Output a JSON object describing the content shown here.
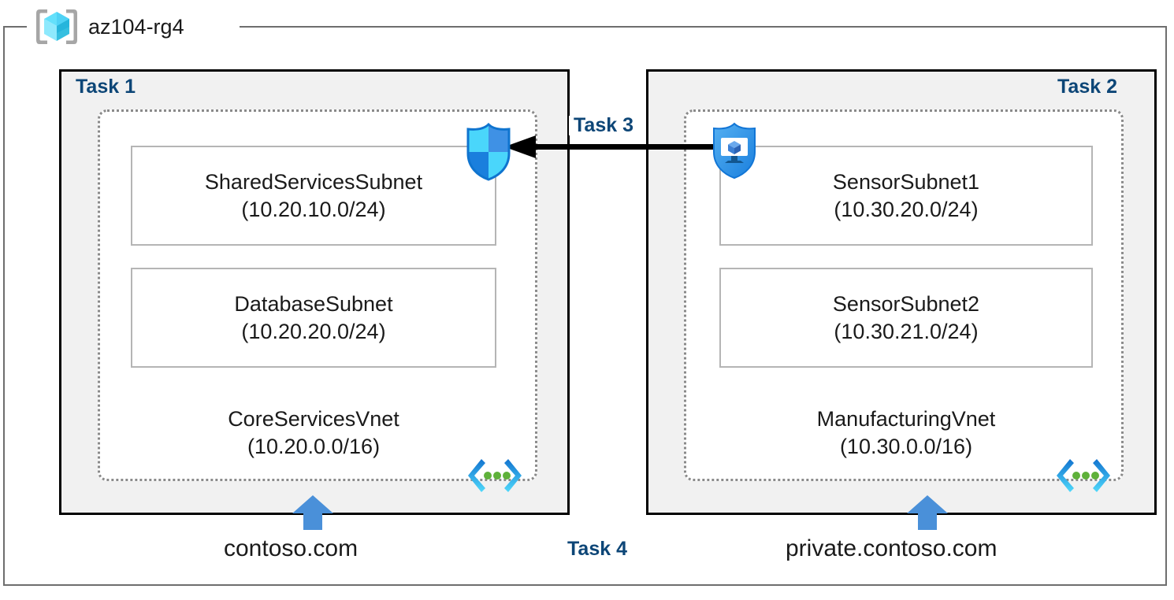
{
  "resource_group": {
    "name": "az104-rg4",
    "icon": "resource-group-cube-icon"
  },
  "colors": {
    "task_label": "#0d4677",
    "task_box_fill": "#f1f1f1",
    "task_box_border": "#000000",
    "vnet_dashed_border": "#8a8a8a",
    "subnet_border": "#b5b5b5",
    "outer_border": "#6e6e6e",
    "dns_arrow": "#4a90d9",
    "shield_blue": "#0f8bef",
    "shield_cyan": "#46d8ff",
    "vnet_icon_blue": "#1f9bd8",
    "vnet_icon_dot_green": "#5fb13a"
  },
  "tasks": {
    "task1": "Task 1",
    "task2": "Task 2",
    "task3": "Task 3",
    "task4": "Task 4"
  },
  "left_group": {
    "vnet": {
      "name": "CoreServicesVnet",
      "cidr": "(10.20.0.0/16)",
      "icon": "virtual-network-icon"
    },
    "subnets": [
      {
        "name": "SharedServicesSubnet",
        "cidr": "(10.20.10.0/24)"
      },
      {
        "name": "DatabaseSubnet",
        "cidr": "(10.20.20.0/24)"
      }
    ],
    "security_icon": "network-security-group-shield-icon",
    "dns_zone": "contoso.com",
    "dns_arrow_icon": "up-arrow-icon"
  },
  "right_group": {
    "vnet": {
      "name": "ManufacturingVnet",
      "cidr": "(10.30.0.0/16)",
      "icon": "virtual-network-icon"
    },
    "subnets": [
      {
        "name": "SensorSubnet1",
        "cidr": "(10.30.20.0/24)"
      },
      {
        "name": "SensorSubnet2",
        "cidr": "(10.30.21.0/24)"
      }
    ],
    "security_icon": "application-security-group-shield-icon",
    "dns_zone": "private.contoso.com",
    "dns_arrow_icon": "up-arrow-icon"
  },
  "peering": {
    "icon": "peering-arrow-left-icon",
    "direction": "right-to-left"
  }
}
